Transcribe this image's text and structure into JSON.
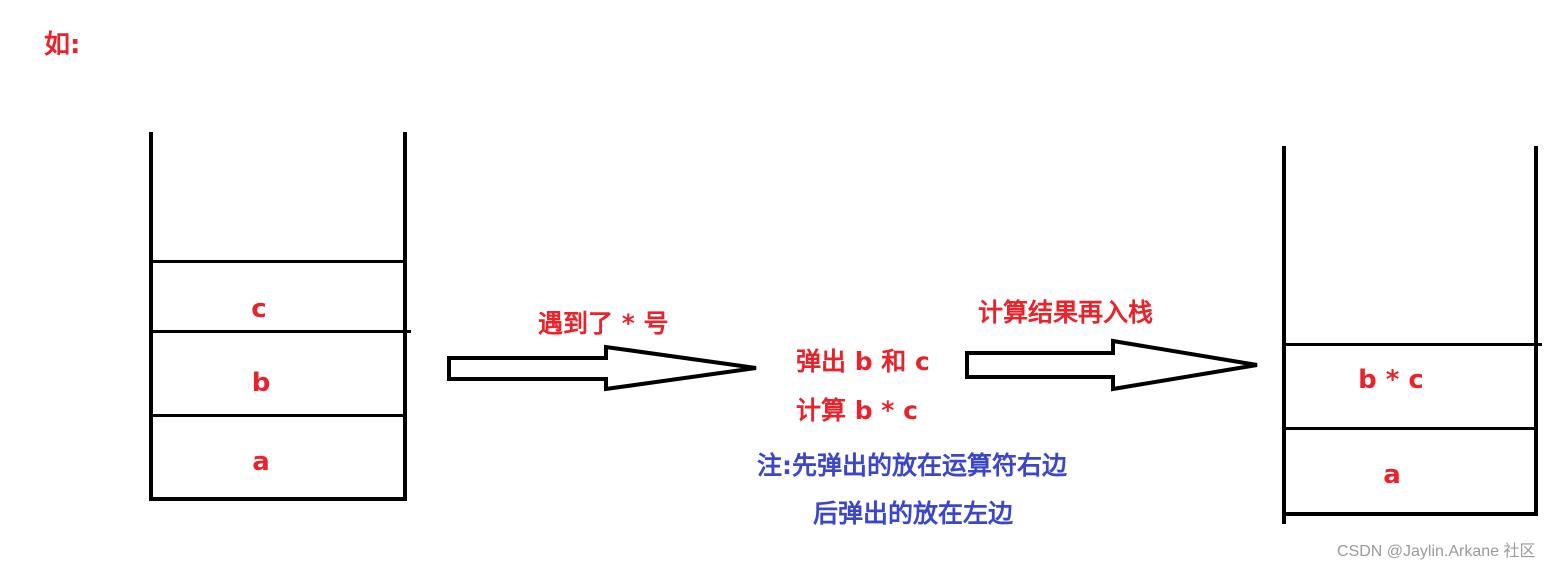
{
  "heading": "如:",
  "left_stack": {
    "cells": [
      "c",
      "b",
      "a"
    ]
  },
  "arrow1_label": "遇到了 * 号",
  "middle": {
    "line1": "弹出 b 和 c",
    "line2": "计算  b * c"
  },
  "arrow2_label": "计算结果再入栈",
  "note": {
    "line1": "注:先弹出的放在运算符右边",
    "line2": "后弹出的放在左边"
  },
  "right_stack": {
    "cells": [
      "b * c",
      "a"
    ]
  },
  "watermark": "CSDN @Jaylin.Arkane 社区",
  "colors": {
    "label": "#e8232b",
    "note": "#3b46c9",
    "stroke": "#000000"
  }
}
